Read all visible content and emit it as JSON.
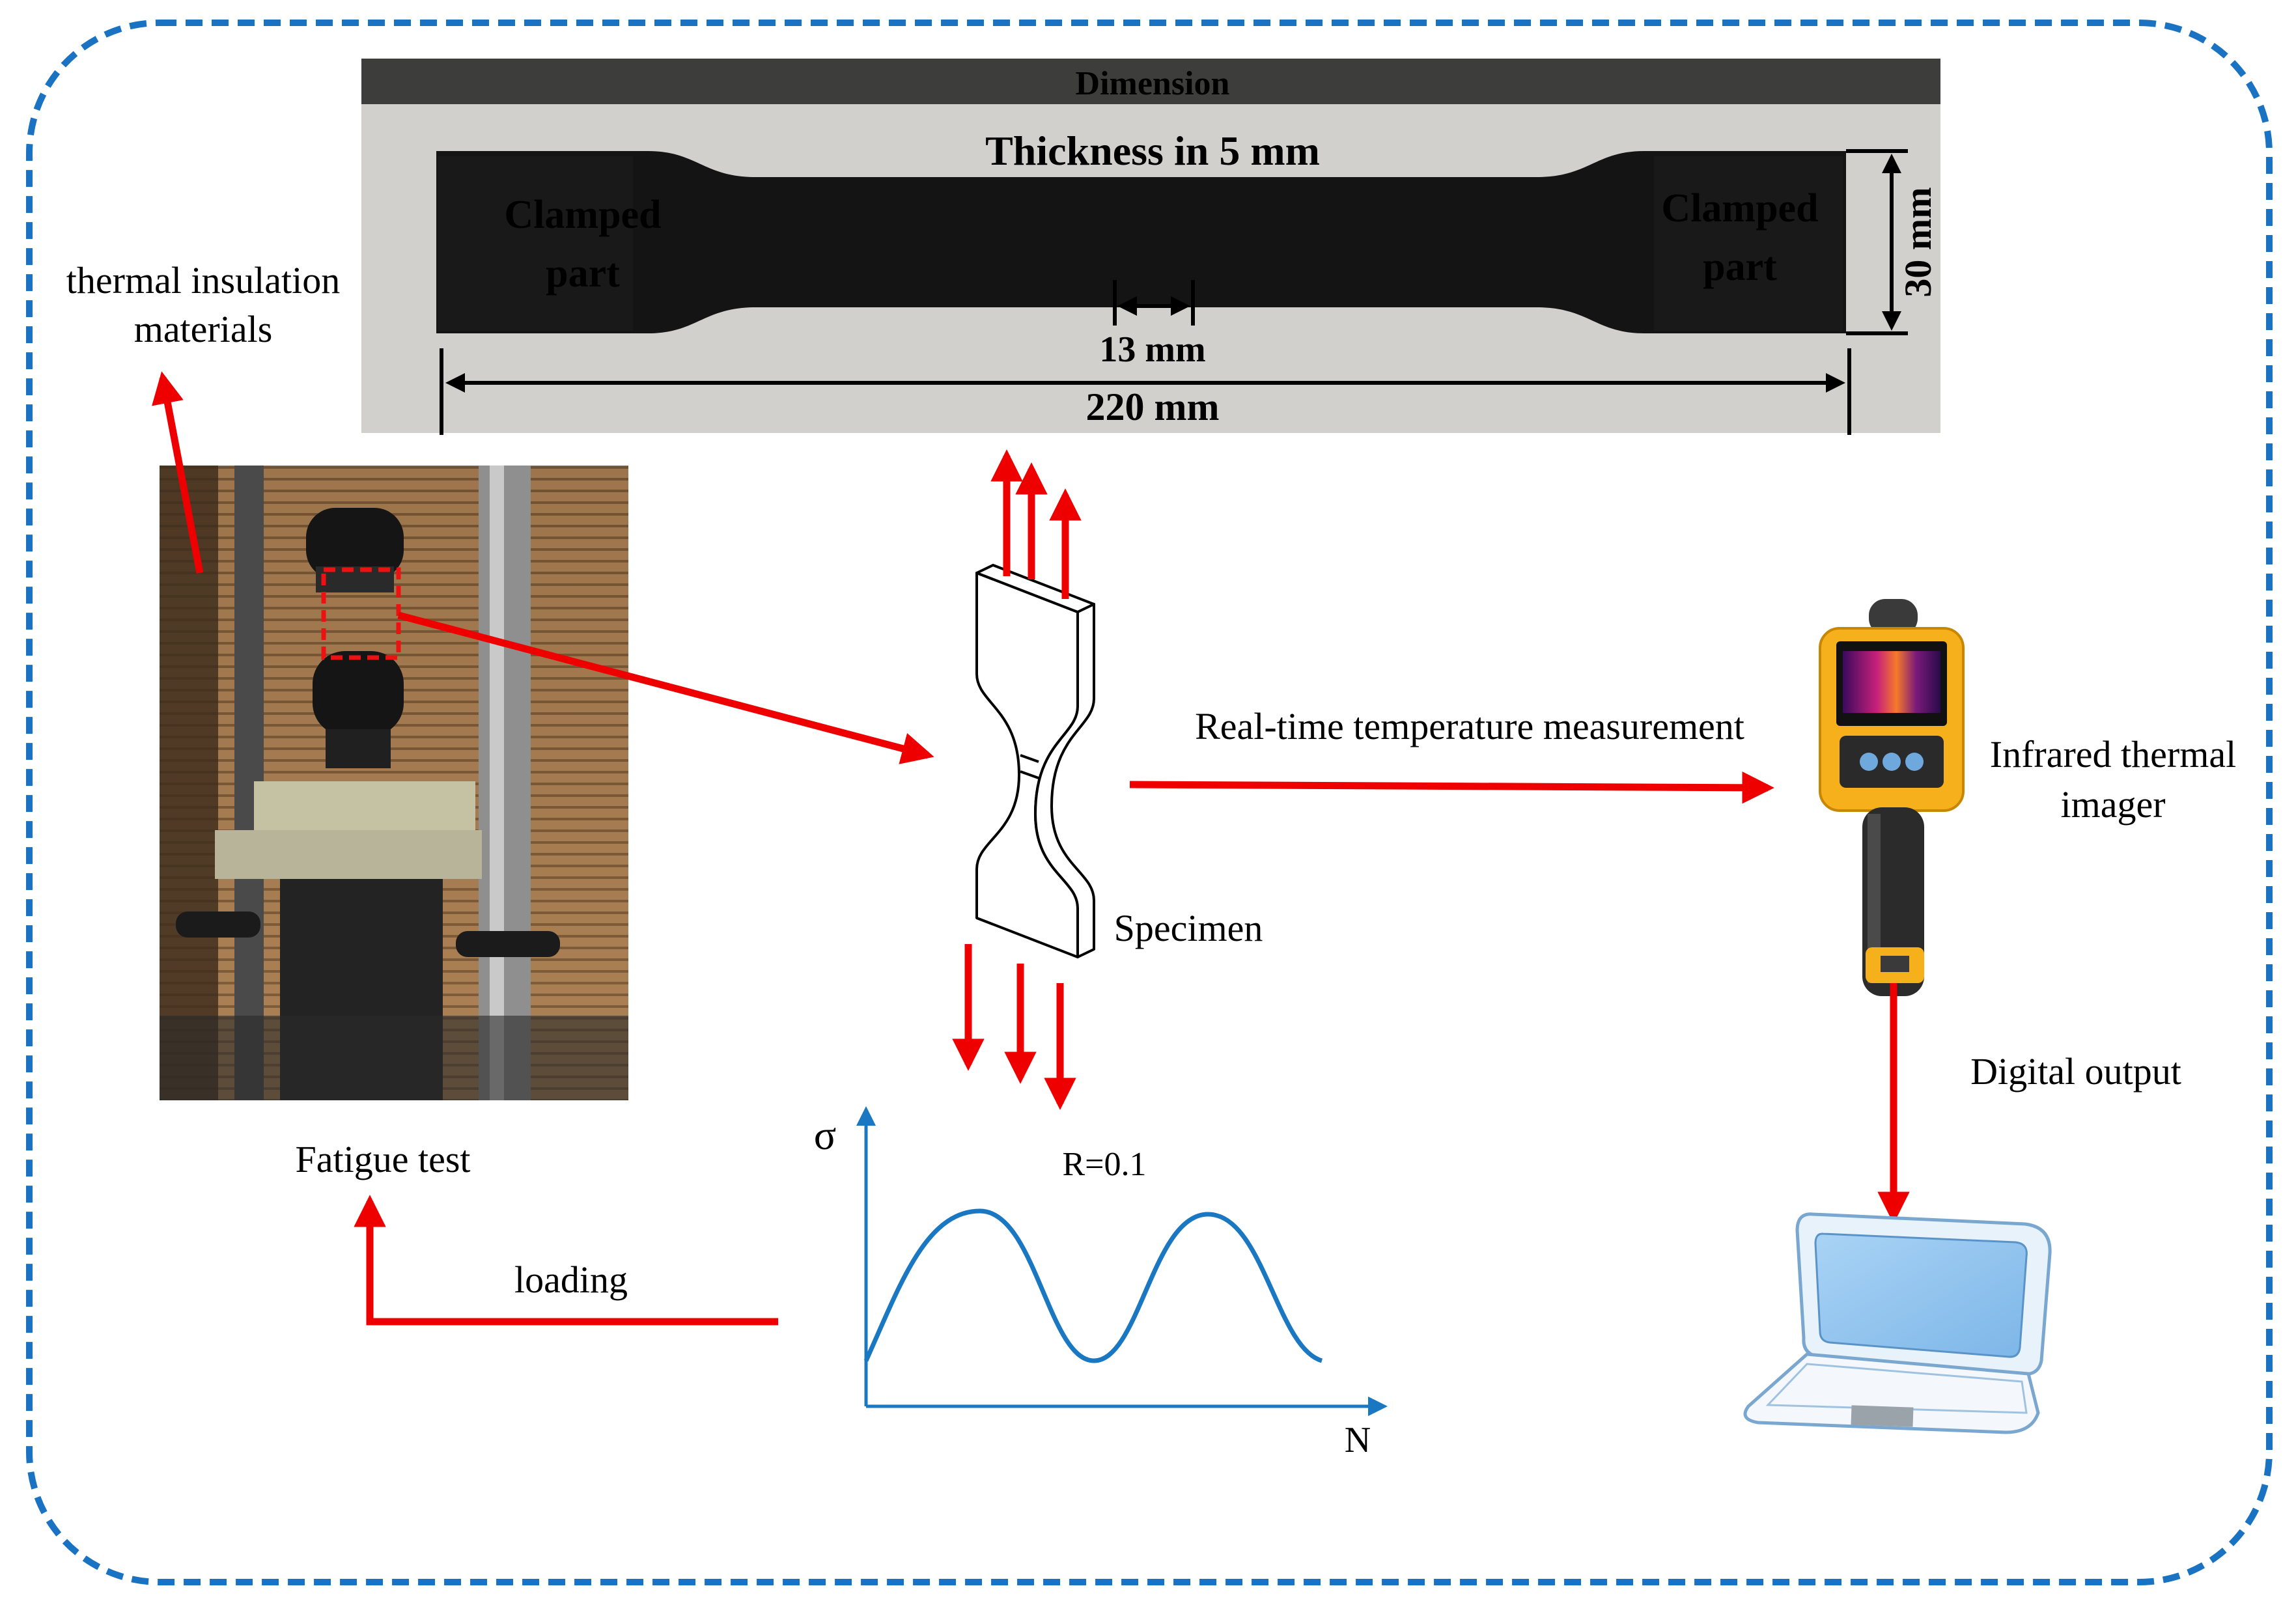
{
  "specimen_photo": {
    "title": "Dimension",
    "thickness": "Thickness in 5 mm",
    "clamp_left_line1": "Clamped",
    "clamp_left_line2": "part",
    "clamp_right_line1": "Clamped",
    "clamp_right_line2": "part",
    "gauge_width": "13 mm",
    "total_length": "220 mm",
    "height": "30 mm"
  },
  "labels": {
    "insulation_line1": "thermal insulation",
    "insulation_line2": "materials",
    "fatigue_test": "Fatigue test",
    "specimen": "Specimen",
    "realtime": "Real-time temperature measurement",
    "imager_line1": "Infrared thermal",
    "imager_line2": "imager",
    "digital_output": "Digital output",
    "loading": "loading"
  },
  "loading_chart": {
    "y_axis": "σ",
    "x_axis": "N",
    "ratio": "R=0.1"
  },
  "colors": {
    "frame": "#1a73c2",
    "arrow": "#ee0000",
    "title_red": "#e8101a",
    "clamp_blue": "#1677d0",
    "curve": "#1a78c2"
  }
}
